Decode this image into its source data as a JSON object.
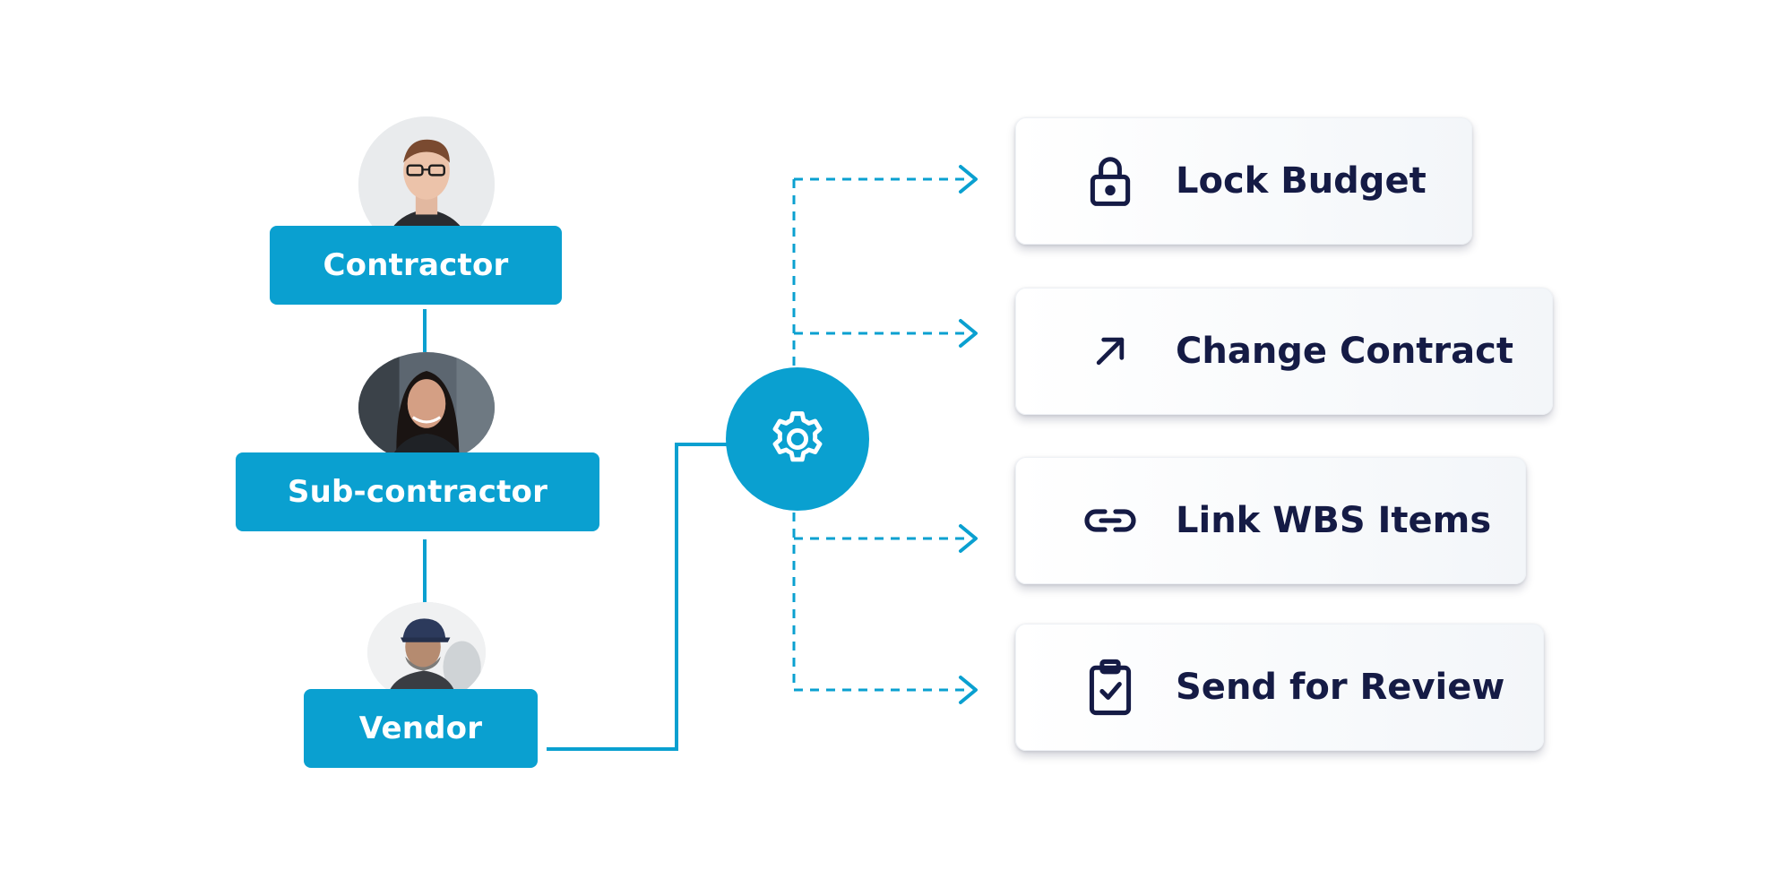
{
  "roles": {
    "contractor": {
      "label": "Contractor"
    },
    "subcontractor": {
      "label": "Sub-contractor"
    },
    "vendor": {
      "label": "Vendor"
    }
  },
  "hub": {
    "icon": "gear-icon"
  },
  "actions": [
    {
      "label": "Lock Budget",
      "icon": "lock-icon"
    },
    {
      "label": "Change Contract",
      "icon": "arrow-up-right-icon"
    },
    {
      "label": "Link WBS Items",
      "icon": "link-icon"
    },
    {
      "label": "Send for Review",
      "icon": "clipboard-check-icon"
    }
  ],
  "colors": {
    "accent": "#0aa0d0",
    "text_dark": "#151b45",
    "background": "#ffffff"
  }
}
